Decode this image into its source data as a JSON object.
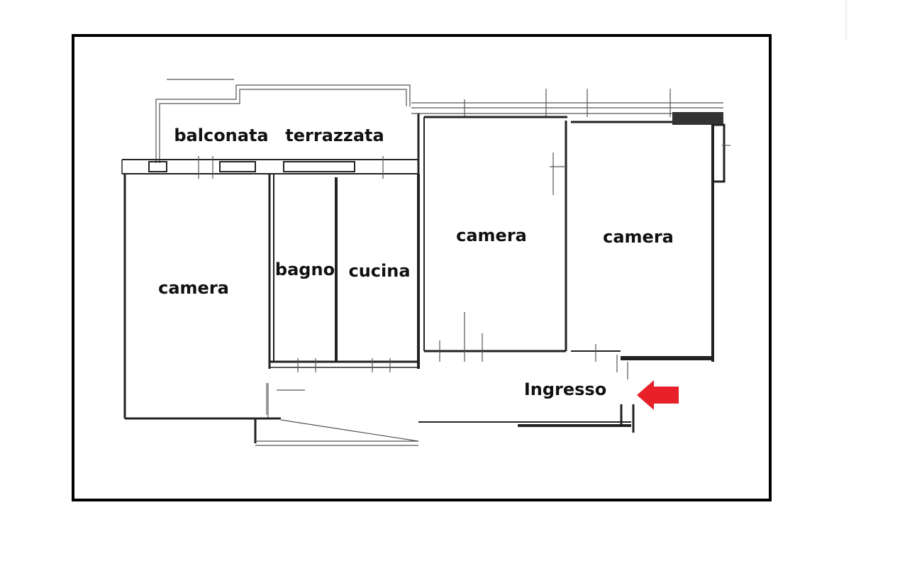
{
  "rooms": {
    "balconata": "balconata",
    "terrazzata": "terrazzata",
    "camera_left": "camera",
    "bagno": "bagno",
    "cucina": "cucina",
    "camera_center": "camera",
    "camera_right": "camera",
    "ingresso": "Ingresso"
  },
  "colors": {
    "frame": "#000000",
    "walls": "#222222",
    "entrance_arrow": "#e8202a"
  }
}
